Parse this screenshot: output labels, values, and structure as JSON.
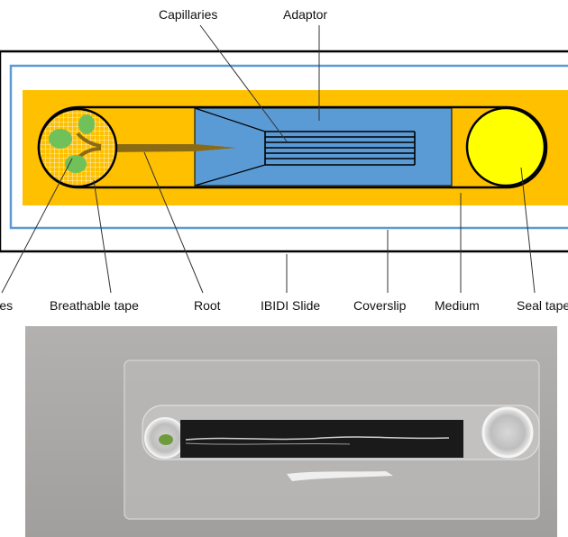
{
  "diagram": {
    "labels": {
      "capillaries": "Capillaries",
      "adaptor": "Adaptor",
      "leaves": "Leaves",
      "breathable_tape": "Breathable tape",
      "root": "Root",
      "ibidi_slide": "IBIDI Slide",
      "coverslip": "Coverslip",
      "medium": "Medium",
      "seal_tape": "Seal tape"
    },
    "colors": {
      "medium": "#FFC000",
      "adaptor": "#5B9BD5",
      "seal_tape": "#FFFF00",
      "leaf": "#70C15A",
      "root": "#8B6A14",
      "coverslip_outline": "#5B9BD5",
      "slide_outline": "#000000"
    }
  },
  "photo": {
    "background": "#A9A7A6",
    "tape": "#1A1A1A"
  }
}
